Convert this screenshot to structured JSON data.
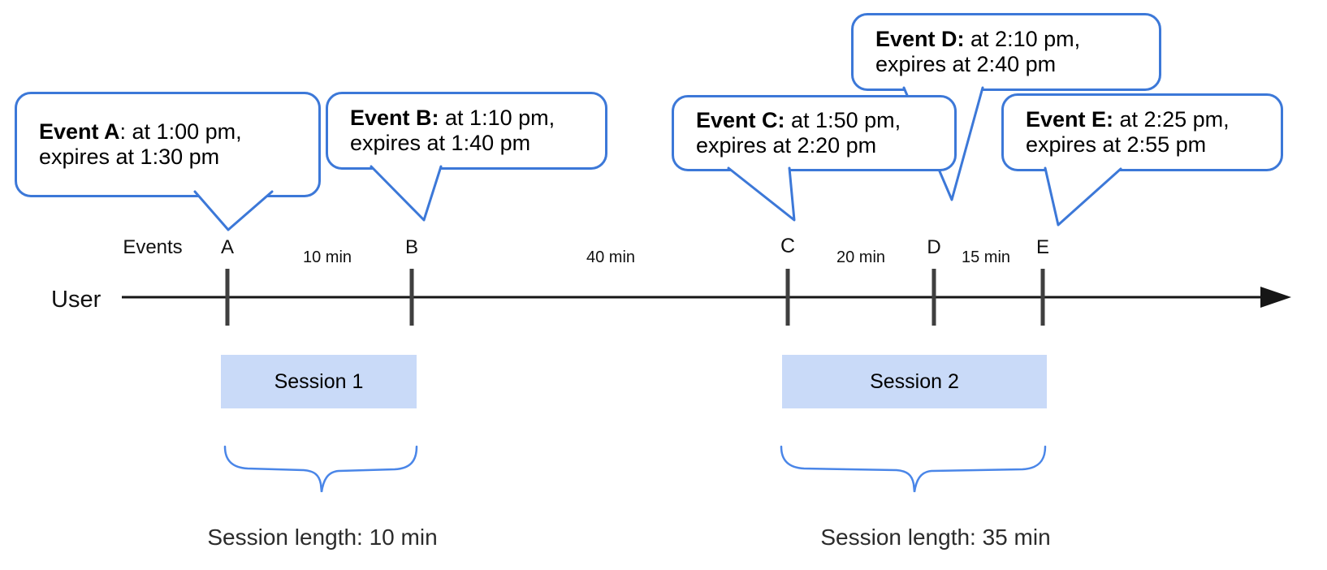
{
  "colors": {
    "accent": "#3c78d8",
    "brace": "#4a86e8",
    "session-fill": "#c9daf8",
    "axis": "#161616",
    "tick": "#3f3f3f"
  },
  "timeline": {
    "events_label": "Events",
    "user_label": "User",
    "markers": [
      {
        "label": "A"
      },
      {
        "label": "B"
      },
      {
        "label": "C"
      },
      {
        "label": "D"
      },
      {
        "label": "E"
      }
    ],
    "intervals": [
      {
        "label": "10 min"
      },
      {
        "label": "40 min"
      },
      {
        "label": "20 min"
      },
      {
        "label": "15 min"
      }
    ]
  },
  "bubbles": [
    {
      "bold": "Event A",
      "rest": ": at 1:00 pm,",
      "line2": "expires at 1:30 pm"
    },
    {
      "bold": "Event B:",
      "rest": " at 1:10 pm,",
      "line2": "expires at 1:40 pm"
    },
    {
      "bold": "Event C:",
      "rest": " at 1:50 pm,",
      "line2": "expires at 2:20 pm"
    },
    {
      "bold": "Event D:",
      "rest": " at 2:10 pm,",
      "line2": "expires at 2:40 pm"
    },
    {
      "bold": "Event E:",
      "rest": " at 2:25 pm,",
      "line2": "expires at 2:55 pm"
    }
  ],
  "sessions": [
    {
      "label": "Session 1",
      "caption": "Session length: 10 min"
    },
    {
      "label": "Session 2",
      "caption": "Session length: 35 min"
    }
  ]
}
